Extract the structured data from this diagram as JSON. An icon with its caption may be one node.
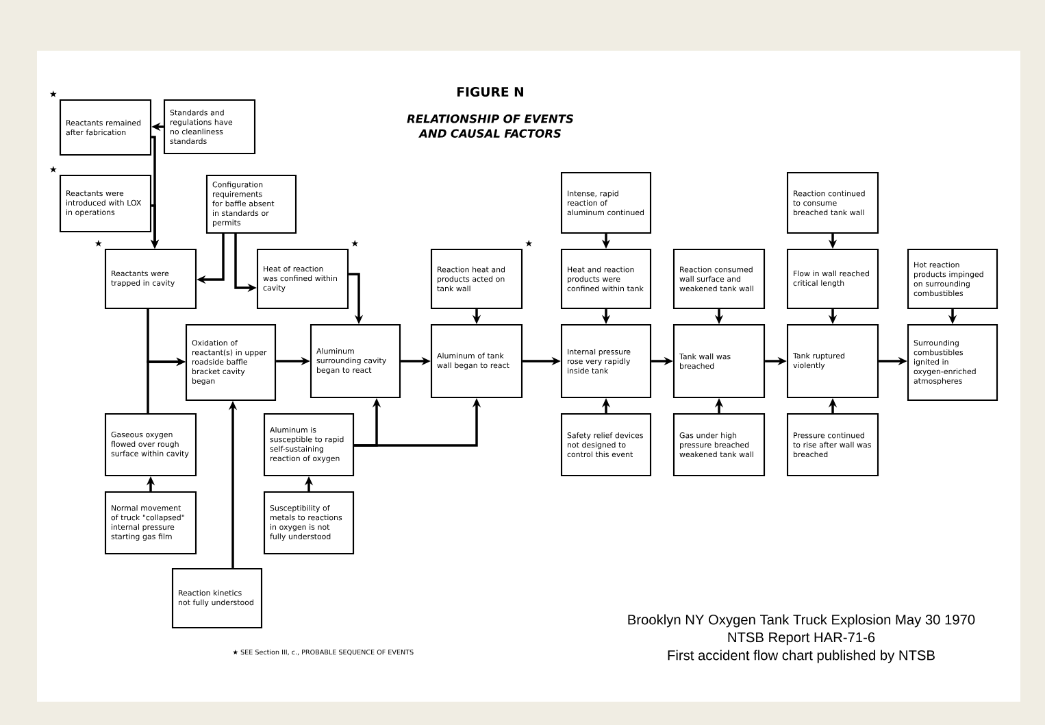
{
  "diagram": {
    "title": "FIGURE N",
    "nodes": [
      {
        "text": [
          "Reactants remained after fabrication"
        ],
        "beside": [
          "★"
        ]
      },
      {
        "text": [
          "Standards and regulations have no cleanliness standards"
        ]
      },
      {
        "text": [
          "Reactants were introduced with LOX in operations"
        ],
        "beside": [
          "★"
        ]
      },
      {
        "text": [
          "Configuration requirements for baffle absent in standards or permits"
        ]
      },
      {
        "text": [
          "Reactants were trapped in cavity"
        ],
        "beside": [
          "★"
        ]
      },
      {
        "text": [
          "Heat of reaction was confined within cavity"
        ],
        "beside": [
          "★"
        ]
      },
      {
        "text": [
          "Oxidation of reactant(s) in upper roadside baffle bracket cavity began"
        ]
      },
      {
        "text": [
          "Aluminum surrounding cavity began to react"
        ]
      },
      {
        "text": [
          "Reaction heat and products acted on tank wall"
        ],
        "beside": [
          "★"
        ]
      },
      {
        "text": [
          "Aluminum of tank wall began to react"
        ]
      },
      {
        "text": [
          "Intense, rapid reaction of aluminum continued"
        ]
      },
      {
        "text": [
          "Heat and reaction products were confined within tank"
        ]
      },
      {
        "text": [
          "Internal pressure rose very rapidly inside tank"
        ]
      },
      {
        "text": [
          "Safety relief devices not designed to control this event"
        ]
      },
      {
        "text": [
          "Reaction consumed wall surface and weakened tank wall"
        ]
      },
      {
        "text": [
          "Tank wall was breached"
        ]
      },
      {
        "text": [
          "Gas under high pressure breached weakened tank wall"
        ]
      },
      {
        "text": [
          "Reaction continued to consume breached tank wall"
        ]
      },
      {
        "text": [
          "Flow in wall reached critical length"
        ]
      },
      {
        "text": [
          "Tank ruptured violently"
        ]
      },
      {
        "text": [
          "Pressure continued to rise after wall was breached"
        ]
      },
      {
        "text": [
          "Hot reaction products impinged on surrounding combustibles"
        ]
      },
      {
        "text": [
          "Surrounding combustibles ignited in oxygen-enriched atmospheres"
        ]
      },
      {
        "text": [
          "Gaseous oxygen flowed over rough surface within cavity"
        ]
      },
      {
        "text": [
          "Normal movement of truck \"collapsed\" internal pressure starting gas film"
        ]
      },
      {
        "text": [
          "Aluminum is susceptible to rapid self-sustaining reaction of oxygen"
        ]
      },
      {
        "text": [
          "Susceptibility of metals to reactions in oxygen is not fully understood"
        ]
      },
      {
        "text": [
          "Reaction kinetics not fully understood"
        ]
      }
    ],
    "edges": [
      {
        "from": 1,
        "to": 0,
        "arrow": "to"
      },
      {
        "from": 0,
        "to": 4,
        "arrow": "to"
      },
      {
        "from": 2,
        "to": 4,
        "arrow": "to"
      },
      {
        "from": 3,
        "to": 4,
        "arrow": "to"
      },
      {
        "from": 3,
        "to": 5,
        "arrow": "to"
      },
      {
        "from": 4,
        "to": 6,
        "arrow": "to"
      },
      {
        "from": 23,
        "to": 6,
        "arrow": "to"
      },
      {
        "from": 24,
        "to": 23,
        "arrow": "to"
      },
      {
        "from": 27,
        "to": 6,
        "arrow": "to"
      },
      {
        "from": 6,
        "to": 7,
        "arrow": "to"
      },
      {
        "from": 5,
        "to": 7,
        "arrow": "to"
      },
      {
        "from": 26,
        "to": 25,
        "arrow": "to"
      },
      {
        "from": 25,
        "to": 7,
        "arrow": "to"
      },
      {
        "from": 25,
        "to": 9,
        "arrow": "to"
      },
      {
        "from": 7,
        "to": 9,
        "arrow": "to"
      },
      {
        "from": 8,
        "to": 9,
        "arrow": "to"
      },
      {
        "from": 9,
        "to": 12,
        "arrow": "to"
      },
      {
        "from": 10,
        "to": 11,
        "arrow": "to"
      },
      {
        "from": 11,
        "to": 12,
        "arrow": "to"
      },
      {
        "from": 13,
        "to": 12,
        "arrow": "to"
      },
      {
        "from": 12,
        "to": 15,
        "arrow": "to"
      },
      {
        "from": 14,
        "to": 15,
        "arrow": "to"
      },
      {
        "from": 16,
        "to": 15,
        "arrow": "to"
      },
      {
        "from": 15,
        "to": 19,
        "arrow": "to"
      },
      {
        "from": 17,
        "to": 18,
        "arrow": "to"
      },
      {
        "from": 18,
        "to": 19,
        "arrow": "to"
      },
      {
        "from": 20,
        "to": 19,
        "arrow": "to"
      },
      {
        "from": 19,
        "to": 22,
        "arrow": "to"
      },
      {
        "from": 21,
        "to": 22,
        "arrow": "to"
      }
    ],
    "labels": [
      "RELATIONSHIP OF EVENTS AND CAUSAL FACTORS",
      "★ SEE Section III, c., PROBABLE SEQUENCE OF EVENTS",
      "Brooklyn NY Oxygen Tank Truck Explosion May 30 1970",
      "NTSB Report HAR-71-6",
      "First accident flow chart published by NTSB"
    ]
  }
}
